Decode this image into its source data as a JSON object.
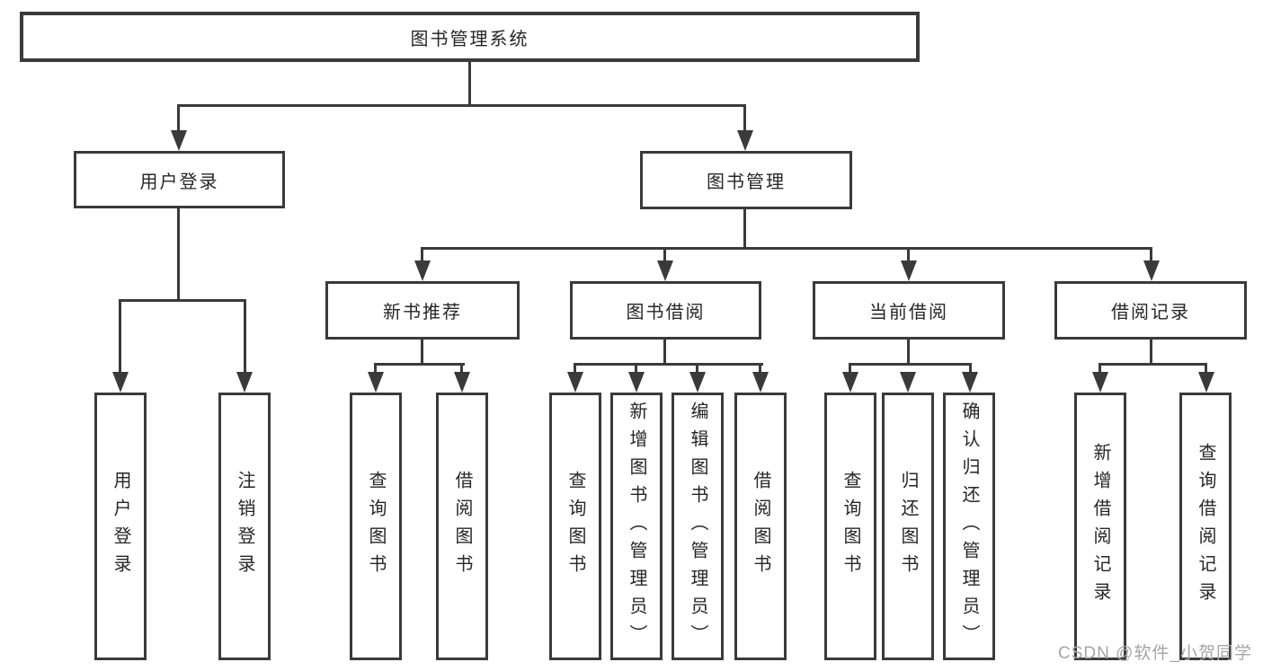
{
  "nodes": {
    "root": "图书管理系统",
    "l2": [
      "用户登录",
      "图书管理"
    ],
    "l3": [
      "新书推荐",
      "图书借阅",
      "当前借阅",
      "借阅记录"
    ],
    "l4": [
      "用户登录",
      "注销登录",
      "查询图书",
      "借阅图书",
      "查询图书",
      "新增图书（管理员）",
      "编辑图书（管理员）",
      "借阅图书",
      "查询图书",
      "归还图书",
      "确认归还（管理员）",
      "新增借阅记录",
      "查询借阅记录"
    ]
  },
  "hierarchy": {
    "图书管理系统": [
      "用户登录",
      "图书管理"
    ],
    "用户登录": [
      "用户登录",
      "注销登录"
    ],
    "图书管理": [
      "新书推荐",
      "图书借阅",
      "当前借阅",
      "借阅记录"
    ],
    "新书推荐": [
      "查询图书",
      "借阅图书"
    ],
    "图书借阅": [
      "查询图书",
      "新增图书（管理员）",
      "编辑图书（管理员）",
      "借阅图书"
    ],
    "当前借阅": [
      "查询图书",
      "归还图书",
      "确认归还（管理员）"
    ],
    "借阅记录": [
      "新增借阅记录",
      "查询借阅记录"
    ]
  },
  "watermark": {
    "text": "CSDN @软件_小贺同学"
  },
  "colors": {
    "line": "#3a3a3a",
    "text": "#262626",
    "background": "#ffffff",
    "watermark": "#a5a5a5"
  }
}
